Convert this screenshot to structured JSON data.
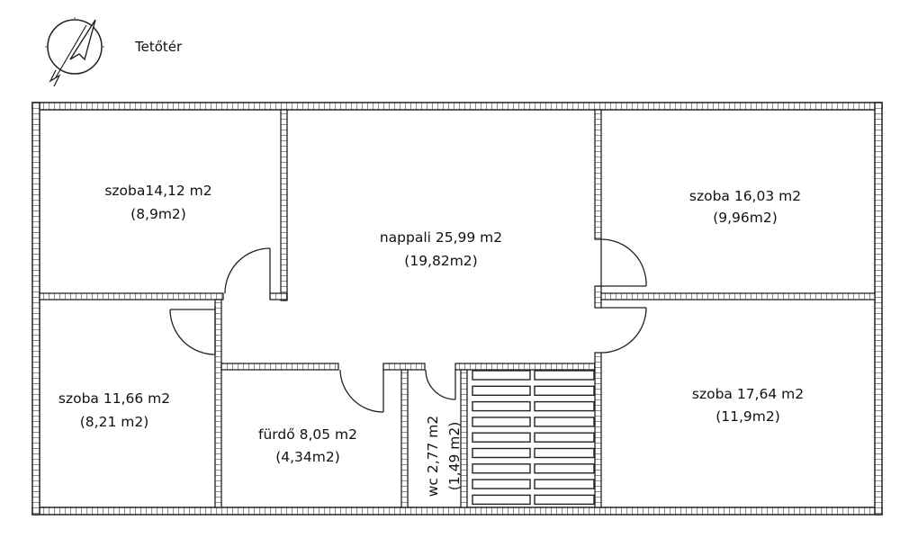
{
  "floor_label": "Tetőtér",
  "compass": {
    "icon": "north-arrow-icon"
  },
  "rooms": [
    {
      "id": "room-top-left",
      "line1": "szoba14,12 m2",
      "line2": "(8,9m2)"
    },
    {
      "id": "room-living",
      "line1": "nappali 25,99 m2",
      "line2": "(19,82m2)"
    },
    {
      "id": "room-top-right",
      "line1": "szoba 16,03 m2",
      "line2": "(9,96m2)"
    },
    {
      "id": "room-bottom-left",
      "line1": "szoba 11,66 m2",
      "line2": "(8,21 m2)"
    },
    {
      "id": "room-bath",
      "line1": "fürdő 8,05 m2",
      "line2": "(4,34m2)"
    },
    {
      "id": "room-wc",
      "line1": "wc 2,77 m2",
      "line2": "(1,49 m2)"
    },
    {
      "id": "room-bottom-right",
      "line1": "szoba 17,64 m2",
      "line2": "(11,9m2)"
    }
  ]
}
